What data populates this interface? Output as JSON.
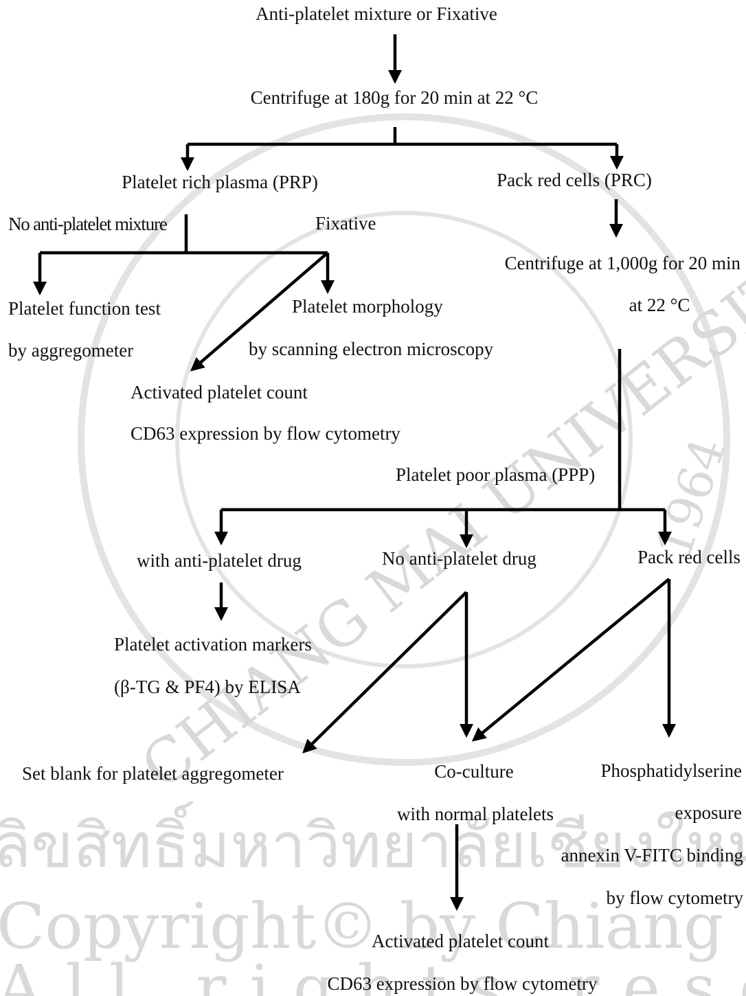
{
  "watermark": {
    "university": "CHIANG MAI UNIVERSITY",
    "year": "1964",
    "thai": "ลิขสิทธิ์มหาวิทยาลัยเชียงใหม่",
    "copyright": "Copyright© by Chiang Mai University",
    "rights": "All rights reserved"
  },
  "nodes": {
    "start": "Anti-platelet mixture or Fixative",
    "centrifuge1": "Centrifuge at 180g for 20 min at 22 °C",
    "prp": "Platelet rich plasma (PRP)",
    "prc": "Pack red cells (PRC)",
    "no_mixture": "No anti-platelet mixture",
    "fixative": "Fixative",
    "centrifuge2_line1": "Centrifuge at 1,000g for 20 min",
    "centrifuge2_line2": "at 22 °C",
    "function_line1": "Platelet function test",
    "function_line2": "by aggregometer",
    "morph_line1": "Platelet morphology",
    "morph_line2": "by scanning electron microscopy",
    "activated1_line1": "Activated platelet count",
    "activated1_line2": "CD63 expression by flow cytometry",
    "ppp": "Platelet poor plasma (PPP)",
    "with_drug": "with anti-platelet drug",
    "no_drug": "No anti-platelet drug",
    "pack_red": "Pack red cells",
    "markers_line1": "Platelet activation markers",
    "markers_line2": "(β-TG & PF4) by ELISA",
    "blank": "Set blank for platelet aggregometer",
    "coculture_line1": "Co-culture",
    "coculture_line2": "with normal platelets",
    "ps_line1": "Phosphatidylserine",
    "ps_line2": "exposure",
    "ps_line3": "annexin V-FITC binding",
    "ps_line4": "by flow cytometry",
    "activated2_line1": "Activated platelet count",
    "activated2_line2": "CD63 expression by flow cytometry"
  }
}
